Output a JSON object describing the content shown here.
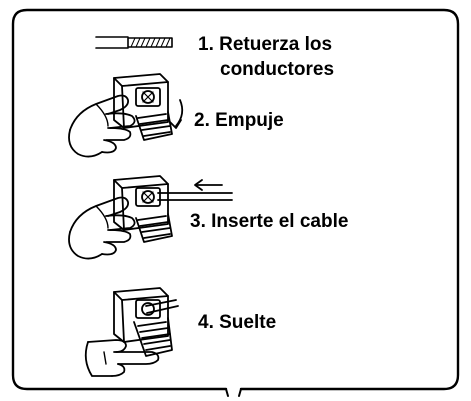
{
  "steps": [
    {
      "number": "1.",
      "text": "Retuerza los",
      "text_line2": "conductores"
    },
    {
      "number": "2.",
      "text": "Empuje"
    },
    {
      "number": "3.",
      "text": "Inserte el cable"
    },
    {
      "number": "4.",
      "text": "Suelte"
    }
  ],
  "labels": {
    "step1_line1": "1. Retuerza los",
    "step1_line2": "conductores",
    "step2": "2. Empuje",
    "step3": "3. Inserte el cable",
    "step4": "4. Suelte"
  },
  "colors": {
    "stroke": "#000000",
    "background": "#ffffff"
  }
}
